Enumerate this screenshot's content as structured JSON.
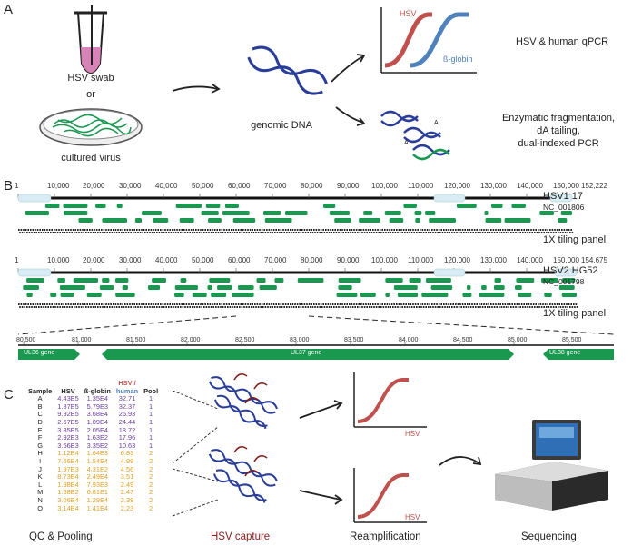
{
  "panel_labels": {
    "a": "A",
    "b": "B",
    "c": "C"
  },
  "panel_a": {
    "swab_label": "HSV swab",
    "or_label": "or",
    "culture_label": "cultured virus",
    "dna_label": "genomic DNA",
    "curve_hsv": "HSV",
    "curve_globin": "ß-globin",
    "qpcr_label": "HSV & human qPCR",
    "fragment_line1": "Enzymatic fragmentation,",
    "fragment_line2": "dA tailing,",
    "fragment_line3": "dual-indexed PCR",
    "adapter_a": "A"
  },
  "panel_b": {
    "hsv1_name": "HSV1 17",
    "hsv1_acc": "NC_001806",
    "hsv1_end": "152,222",
    "hsv2_name": "HSV2 HG52",
    "hsv2_acc": "NC_001798",
    "hsv2_end": "154,675",
    "tiling_label": "1X tiling panel",
    "genome_ticks": [
      "1",
      "10,000",
      "20,000",
      "30,000",
      "40,000",
      "50,000",
      "60,000",
      "70,000",
      "80,000",
      "90,000",
      "100,000",
      "110,000",
      "120,000",
      "130,000",
      "140,000",
      "150,000"
    ],
    "zoom_ticks": [
      "80,500",
      "81,000",
      "81,500",
      "82,000",
      "82,500",
      "83,000",
      "83,500",
      "84,000",
      "84,500",
      "85,000",
      "85,500"
    ],
    "gene_ul36": "UL36 gene",
    "gene_ul37": "UL37 gene",
    "gene_ul38": "UL38 gene",
    "colors": {
      "gene": "#1a9850",
      "repeat": "#d9ecf5",
      "tiling": "#222222"
    }
  },
  "panel_c": {
    "headers": {
      "sample": "Sample",
      "hsv": "HSV",
      "globin": "ß-globin",
      "ratio_top": "HSV /",
      "ratio_bottom": "human",
      "pool": "Pool"
    },
    "rows": [
      {
        "sample": "A",
        "hsv": "4.43E5",
        "globin": "1.35E4",
        "ratio": "32.71",
        "pool": "1"
      },
      {
        "sample": "B",
        "hsv": "1.87E5",
        "globin": "5.79E3",
        "ratio": "32.37",
        "pool": "1"
      },
      {
        "sample": "C",
        "hsv": "9.92E5",
        "globin": "3.68E4",
        "ratio": "26.93",
        "pool": "1"
      },
      {
        "sample": "D",
        "hsv": "2.67E5",
        "globin": "1.09E4",
        "ratio": "24.44",
        "pool": "1"
      },
      {
        "sample": "E",
        "hsv": "3.85E5",
        "globin": "2.05E4",
        "ratio": "18.72",
        "pool": "1"
      },
      {
        "sample": "F",
        "hsv": "2.92E3",
        "globin": "1.63E2",
        "ratio": "17.96",
        "pool": "1"
      },
      {
        "sample": "G",
        "hsv": "3.56E3",
        "globin": "3.35E2",
        "ratio": "10.63",
        "pool": "1"
      },
      {
        "sample": "H",
        "hsv": "1.12E4",
        "globin": "1.64E3",
        "ratio": "6.83",
        "pool": "2"
      },
      {
        "sample": "I",
        "hsv": "7.66E4",
        "globin": "1.54E4",
        "ratio": "4.99",
        "pool": "2"
      },
      {
        "sample": "J",
        "hsv": "1.97E3",
        "globin": "4.31E2",
        "ratio": "4.56",
        "pool": "2"
      },
      {
        "sample": "K",
        "hsv": "8.73E4",
        "globin": "2.49E4",
        "ratio": "3.51",
        "pool": "2"
      },
      {
        "sample": "L",
        "hsv": "1.98E4",
        "globin": "7.93E3",
        "ratio": "2.49",
        "pool": "2"
      },
      {
        "sample": "M",
        "hsv": "1.68E2",
        "globin": "6.81E1",
        "ratio": "2.47",
        "pool": "2"
      },
      {
        "sample": "N",
        "hsv": "3.06E4",
        "globin": "1.29E4",
        "ratio": "2.38",
        "pool": "2"
      },
      {
        "sample": "O",
        "hsv": "3.14E4",
        "globin": "1.41E4",
        "ratio": "2.23",
        "pool": "2"
      }
    ],
    "qc_label": "QC & Pooling",
    "capture_label": "HSV capture",
    "reamp_label": "Reamplification",
    "seq_label": "Sequencing",
    "curve_label": "HSV",
    "colors": {
      "pool1": "#6b3fa0",
      "pool2": "#e0a020",
      "hsv": "#c0504d",
      "globin": "#4f81bd"
    }
  }
}
